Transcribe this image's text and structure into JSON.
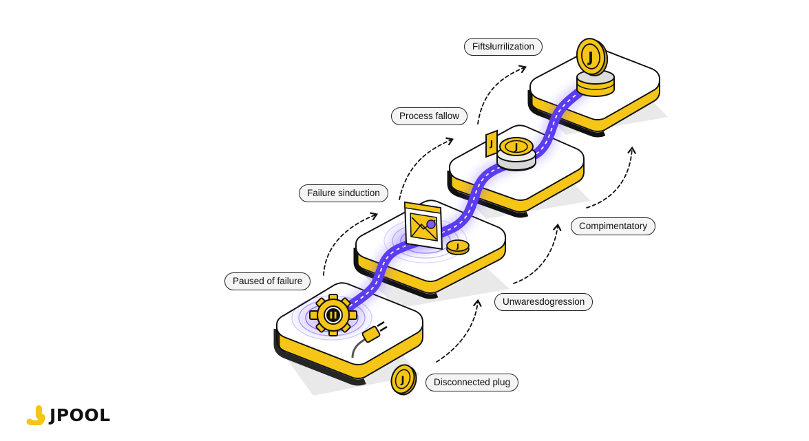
{
  "labels": {
    "step1": "Paused of failure",
    "step2": "Failure sinduction",
    "step3": "Process fallow",
    "step4": "Fiftsłurrilization",
    "side1": "Disconnected plug",
    "side2": "Unwaresdogression",
    "side3": "Compimentatory"
  },
  "coin_glyph": "J",
  "brand": {
    "name": "JPOOL"
  },
  "colors": {
    "accent_yellow": "#f5c518",
    "path_purple": "#5b3cf0",
    "outline": "#111111",
    "platform_top": "#ffffff",
    "shadow": "#e6e6e6"
  },
  "icons": [
    "gear-icon",
    "plug-icon",
    "window-chart-icon",
    "coin-icon",
    "coin-stack-icon",
    "tag-icon"
  ]
}
